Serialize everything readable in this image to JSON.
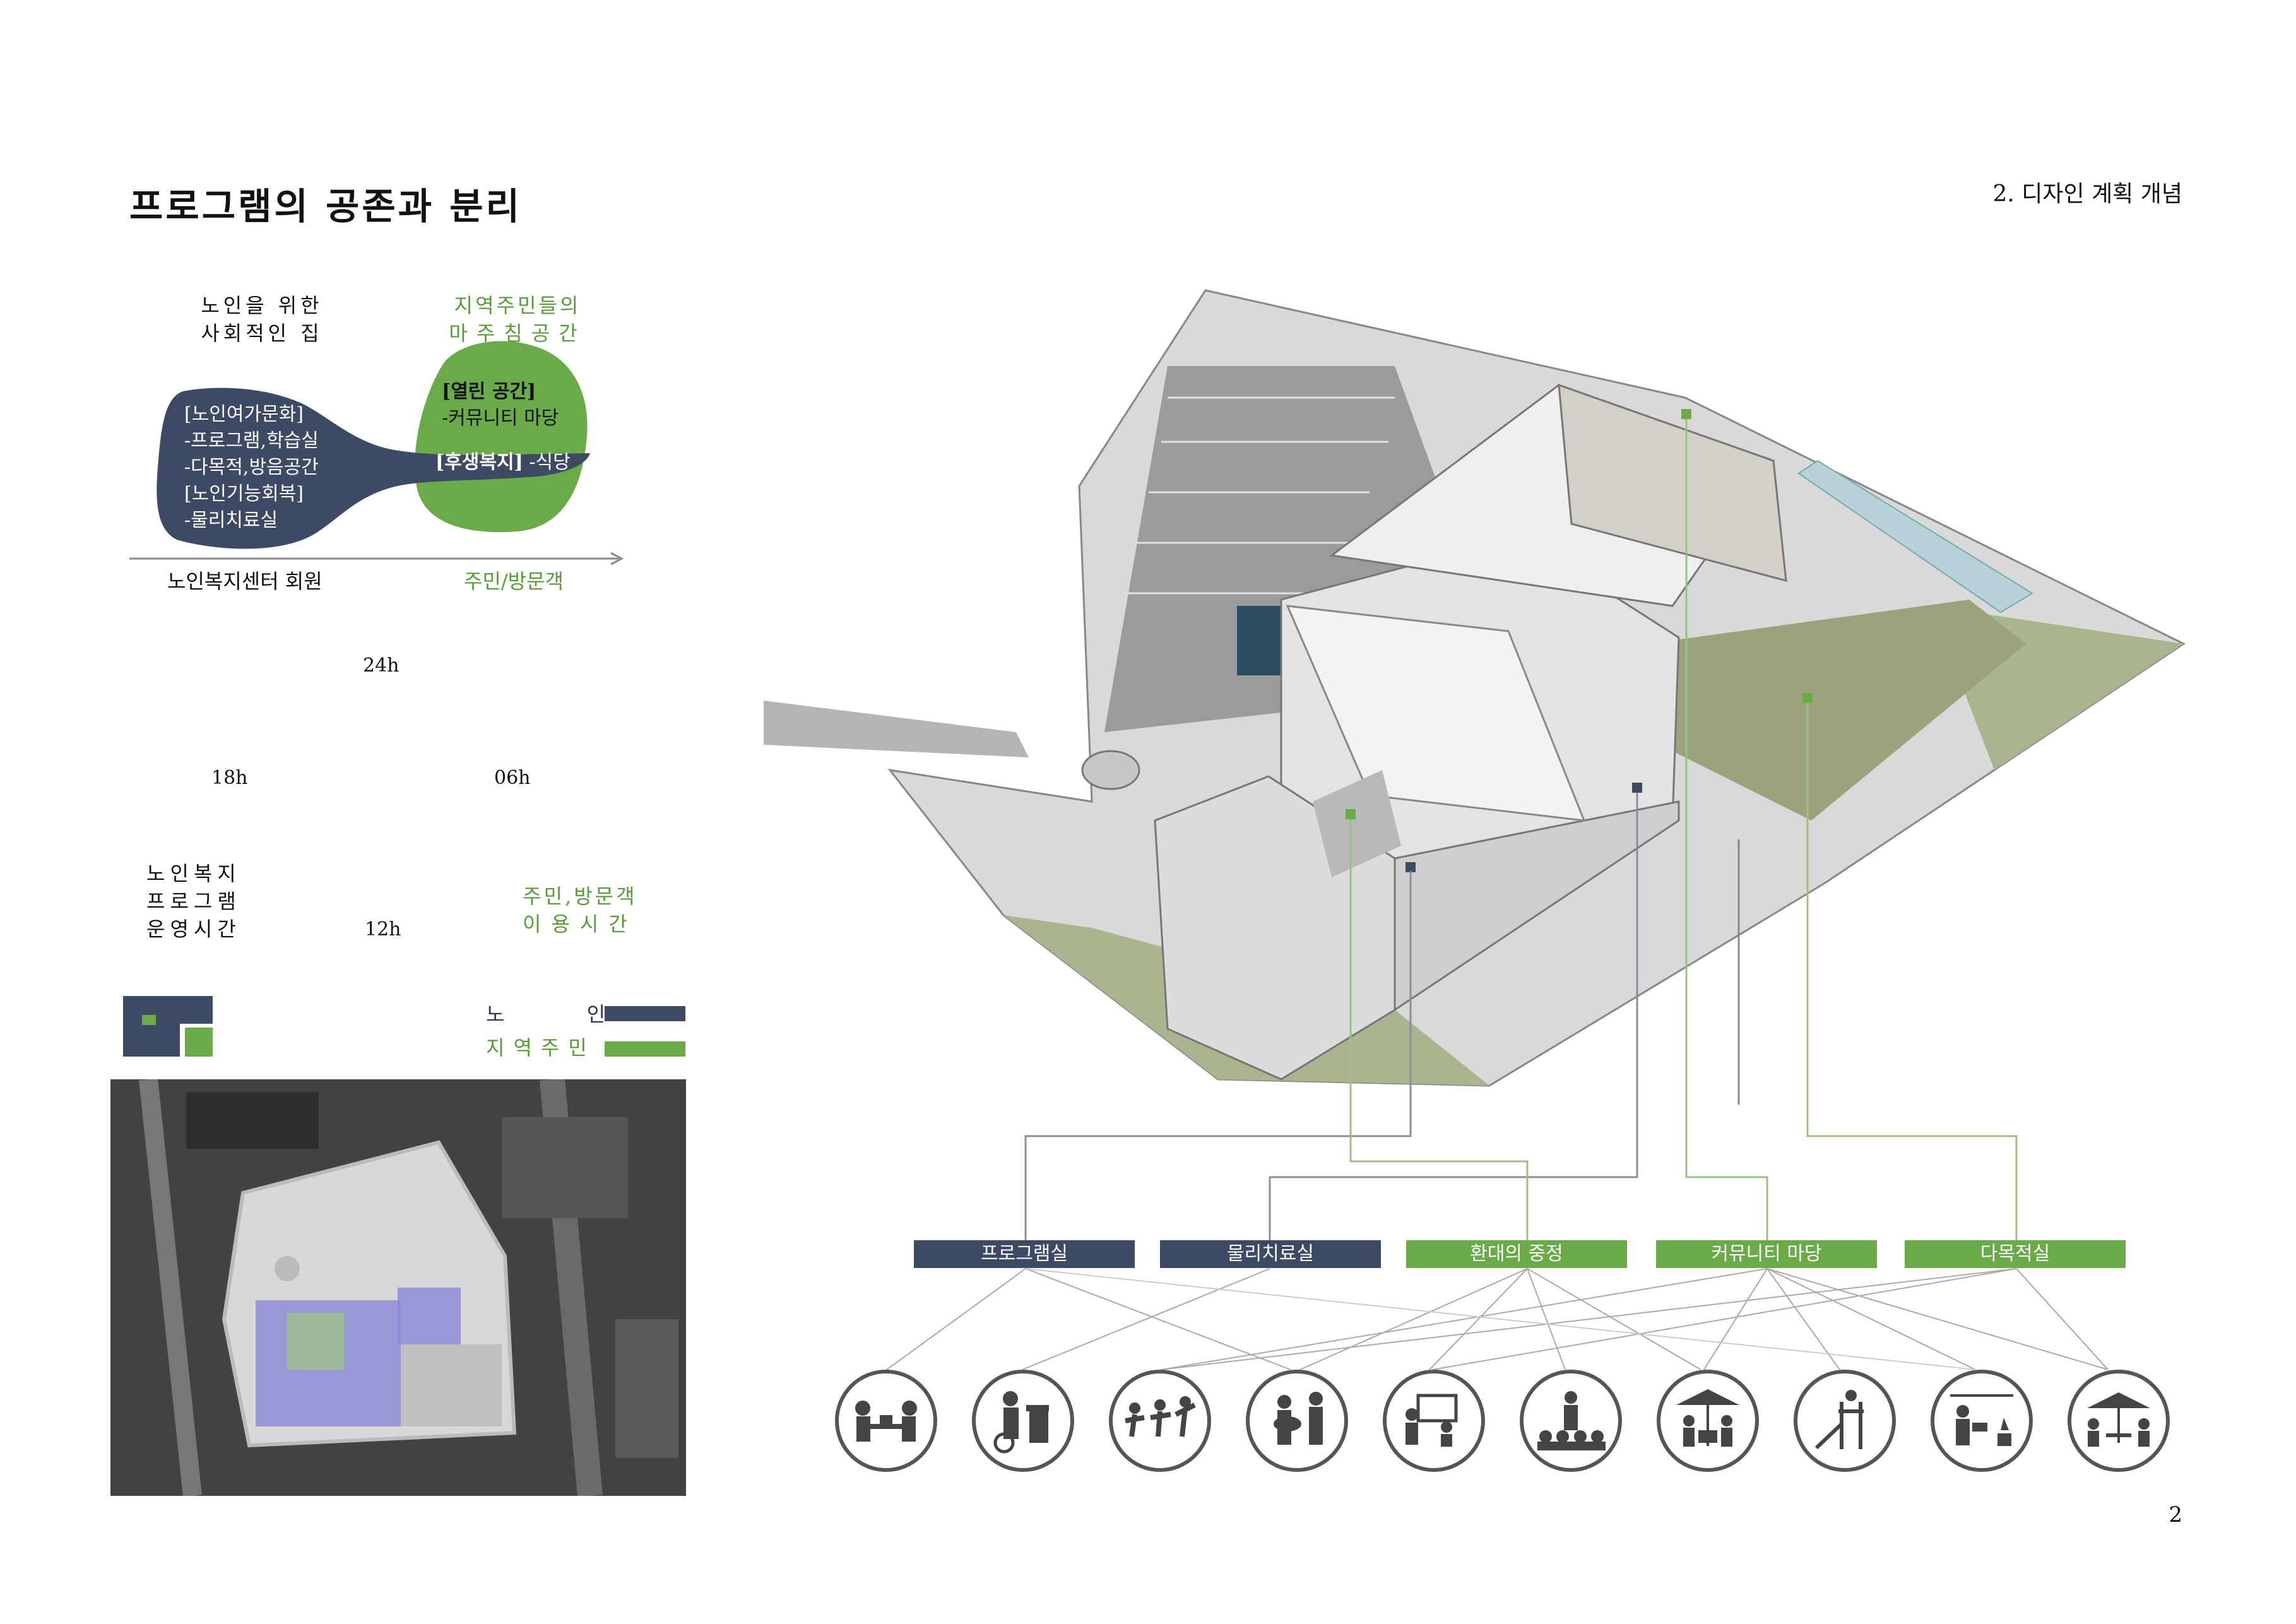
{
  "header": {
    "title": "프로그램의 공존과 분리",
    "section": "2. 디자인 계획 개념",
    "page_number": "2"
  },
  "zones": {
    "left_caption_1": "노인을 위한",
    "left_caption_2": "사회적인 집",
    "right_caption_1": "지역주민들의",
    "right_caption_2": "마주침공간",
    "dark_items": [
      "[노인여가문화]",
      "-프로그램,학습실",
      "-다목적,방음공간",
      "[노인기능회복]",
      "-물리치료실"
    ],
    "green_items": [
      "[열린 공간]",
      "-커뮤니티 마당"
    ],
    "shared_item_label": "[후생복지]",
    "shared_item_value": "-식당",
    "axis_left": "노인복지센터 회원",
    "axis_right": "주민/방문객"
  },
  "clock": {
    "h24": "24h",
    "h06": "06h",
    "h12": "12h",
    "h18": "18h",
    "elder_label": [
      "노인복지",
      "프로그램",
      "운영시간"
    ],
    "resident_label": [
      "주민,방문객",
      "이용시간"
    ]
  },
  "legend": {
    "elder": "노 인",
    "resident": "지역주민",
    "elder_color": "#3e4a64",
    "resident_color": "#6aaa48"
  },
  "programs": [
    {
      "label": "프로그램실",
      "color": "#3e4a64"
    },
    {
      "label": "물리치료실",
      "color": "#3e4a64"
    },
    {
      "label": "환대의 중정",
      "color": "#6aaa48"
    },
    {
      "label": "커뮤니티 마당",
      "color": "#6aaa48"
    },
    {
      "label": "다목적실",
      "color": "#6aaa48"
    }
  ],
  "activity_icons": [
    "meeting-icon",
    "cooking-icon",
    "exercise-icon",
    "music-icon",
    "presentation-icon",
    "lecture-icon",
    "market-icon",
    "playground-icon",
    "gardening-icon",
    "outdoor-cafe-icon"
  ]
}
